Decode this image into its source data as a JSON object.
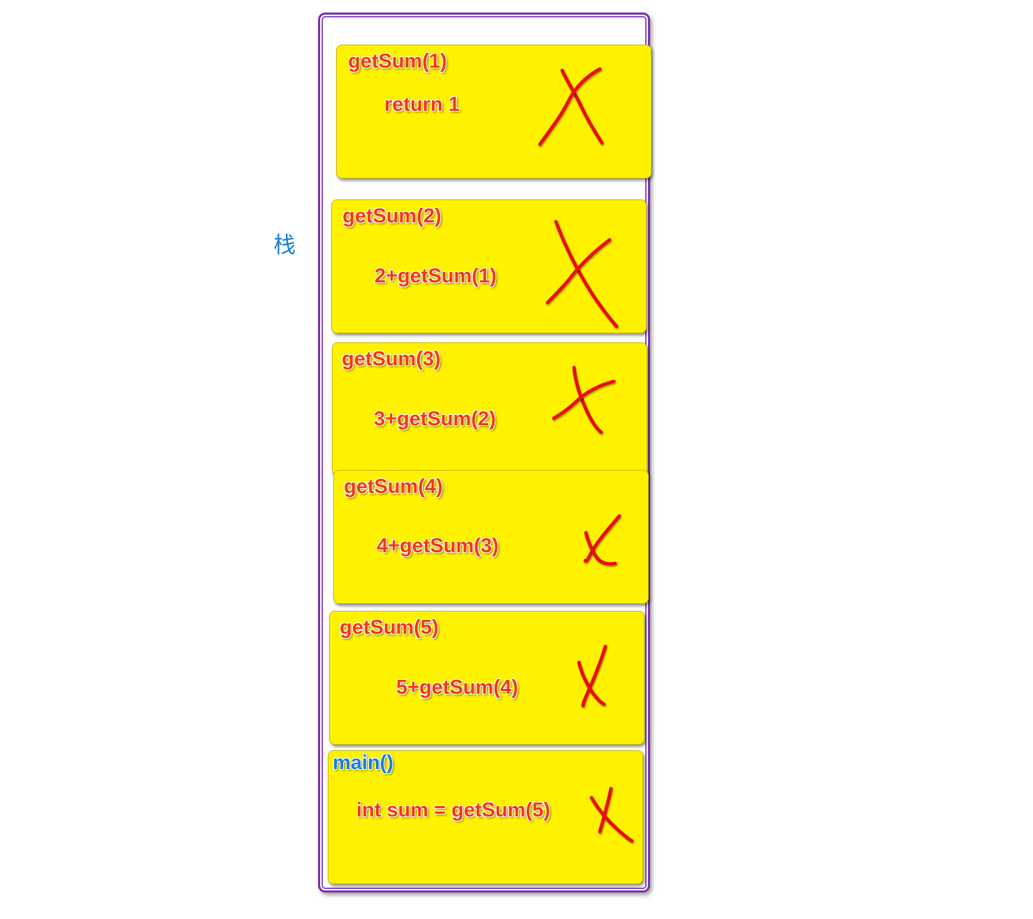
{
  "stack_label": "栈",
  "frames": [
    {
      "title": "getSum(1)",
      "code": "return 1"
    },
    {
      "title": "getSum(2)",
      "code": "2+getSum(1)"
    },
    {
      "title": "getSum(3)",
      "code": "3+getSum(2)"
    },
    {
      "title": "getSum(4)",
      "code": "4+getSum(3)"
    },
    {
      "title": "getSum(5)",
      "code": "5+getSum(4)"
    },
    {
      "title": "main()",
      "code": "int sum = getSum(5)"
    }
  ],
  "colors": {
    "frame_fill": "#fff200",
    "text_red": "#f03a10",
    "text_blue": "#1a7fd4",
    "container_border": "#7b2fb0",
    "cross_mark": "#e61010"
  },
  "icons": [
    "cross-mark-icon"
  ]
}
